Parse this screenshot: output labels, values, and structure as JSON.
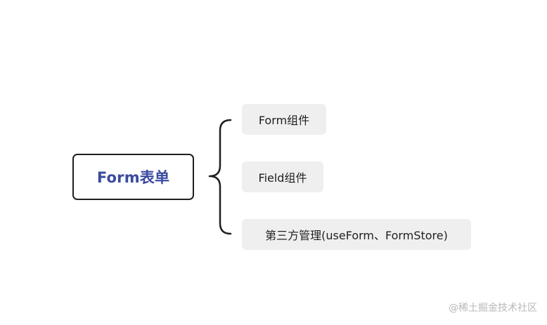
{
  "mindmap": {
    "root": {
      "label": "Form表单",
      "color": "#3a4aa0"
    },
    "children": [
      {
        "label": "Form组件"
      },
      {
        "label": "Field组件"
      },
      {
        "label": "第三方管理(useForm、FormStore)"
      }
    ]
  },
  "watermark": {
    "text": "@稀土掘金技术社区"
  }
}
